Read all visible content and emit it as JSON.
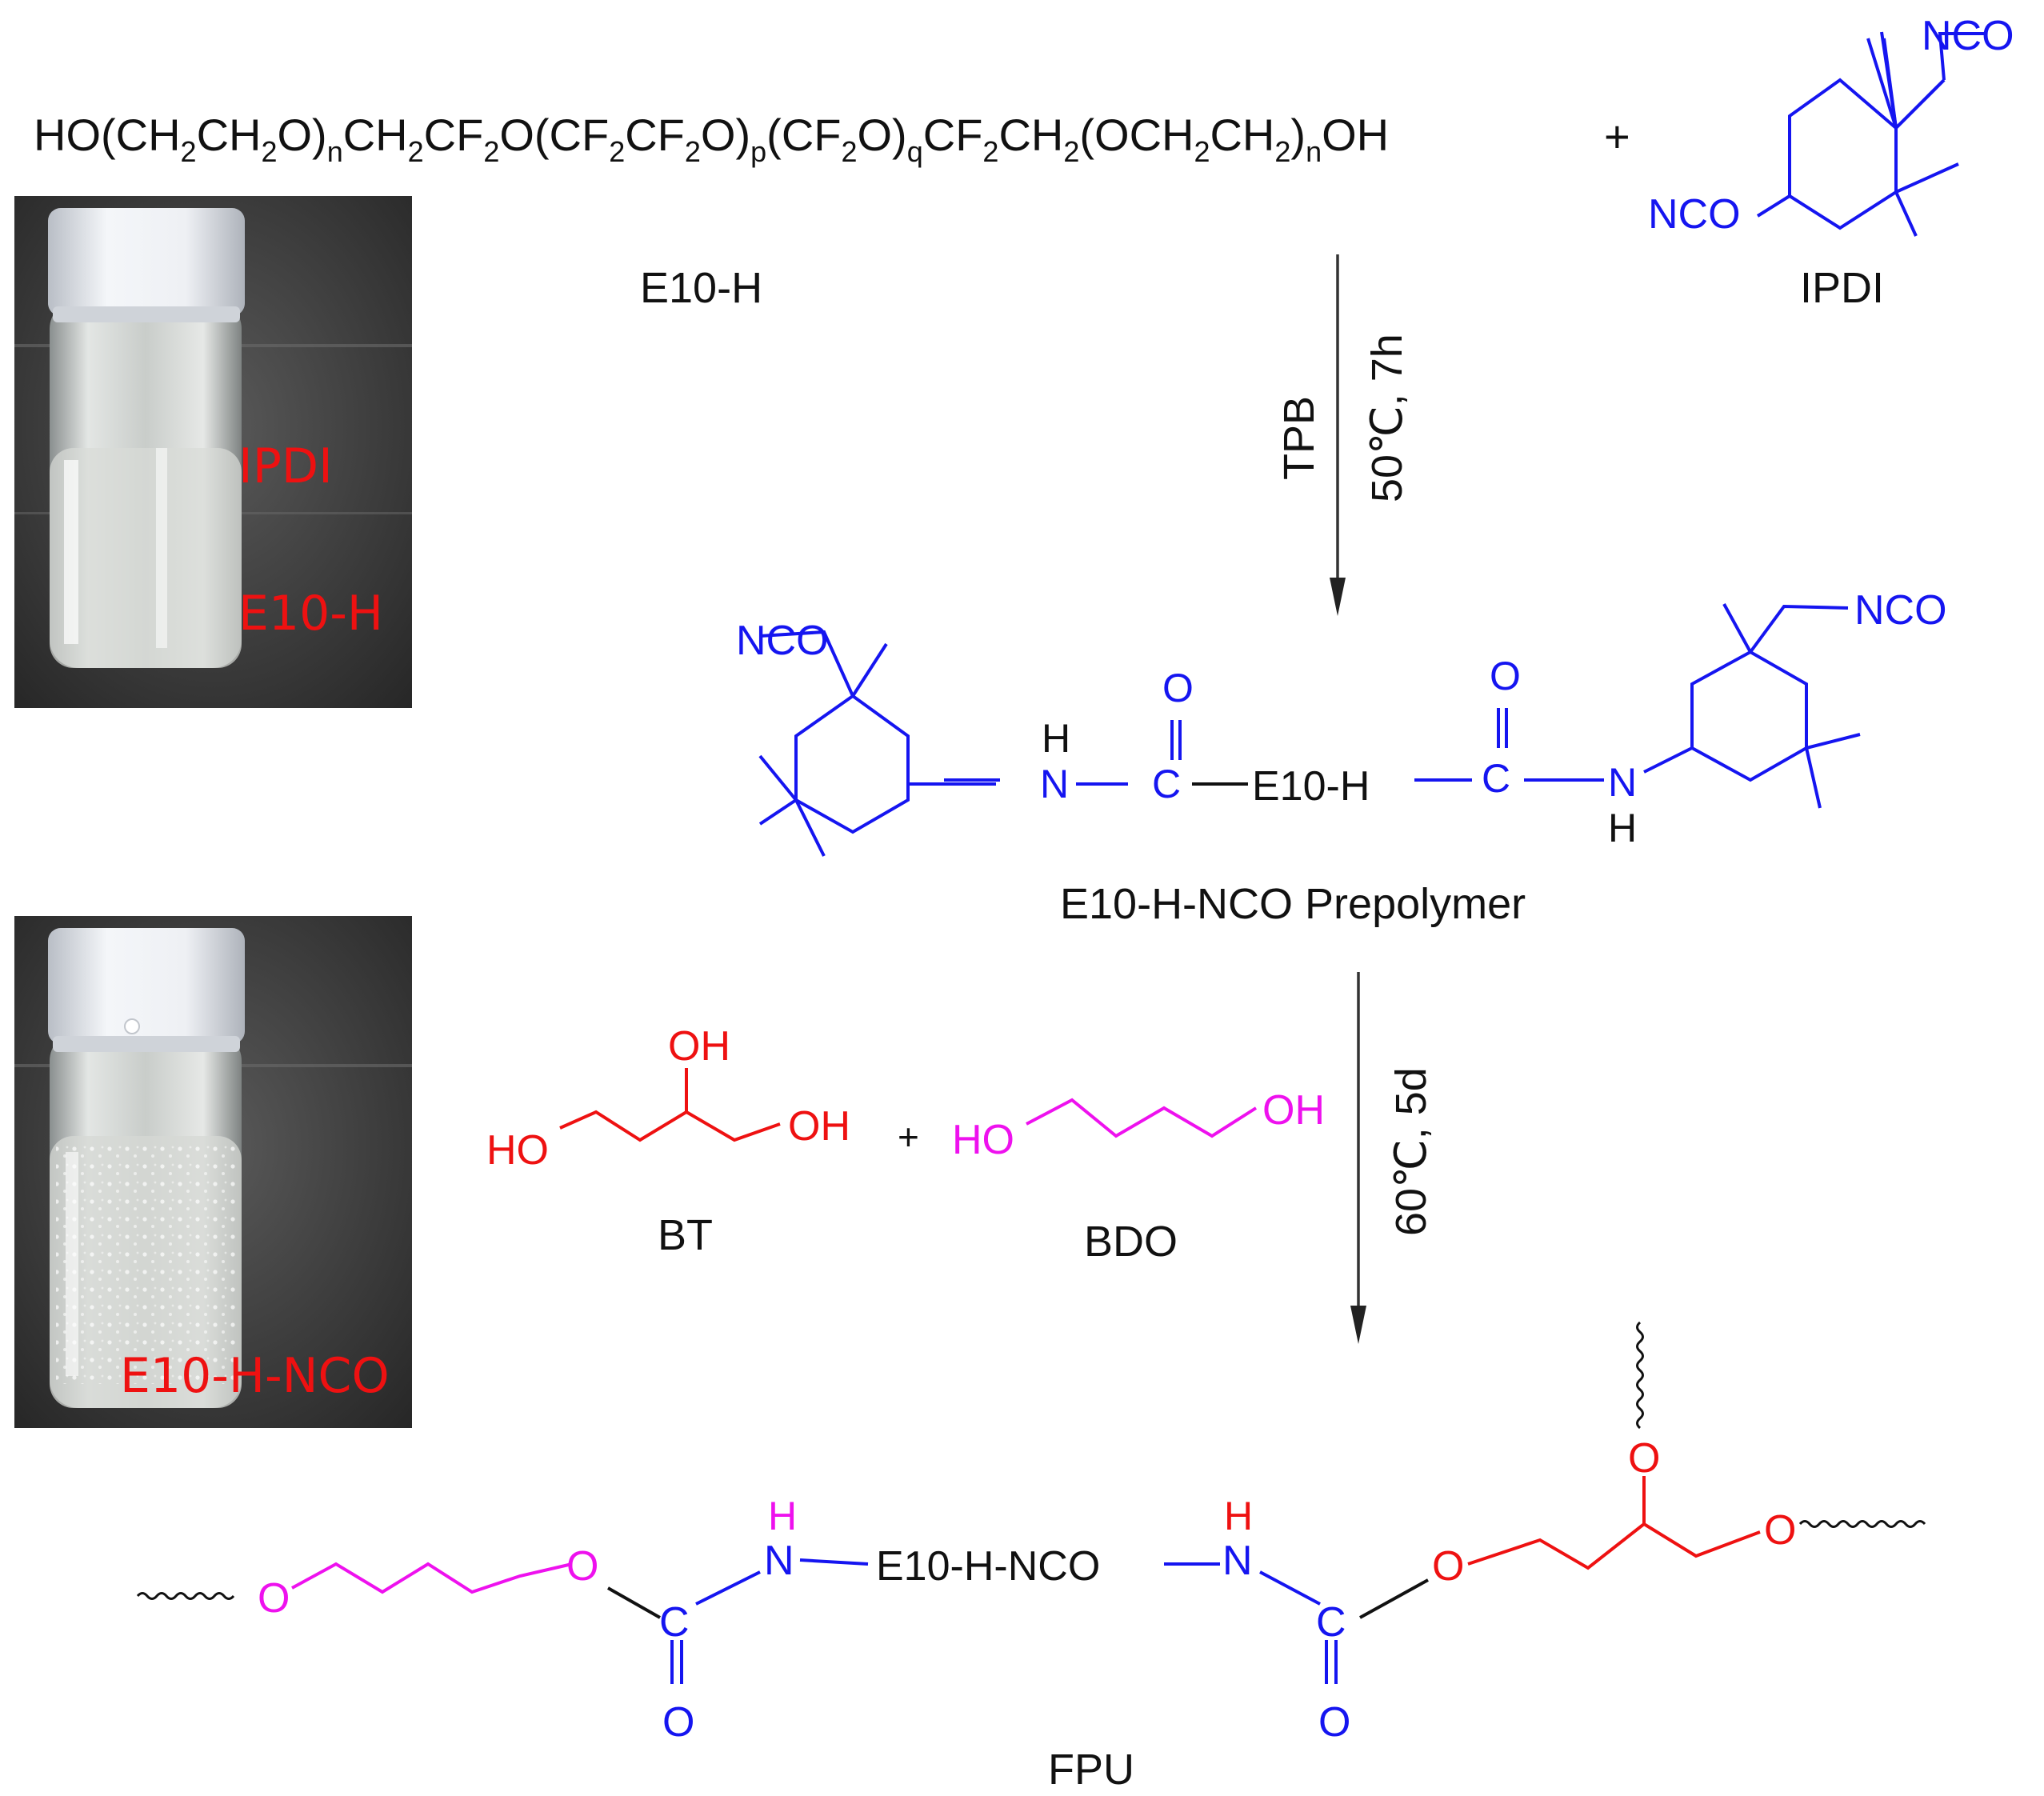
{
  "formula": {
    "p1": "HO(CH",
    "s1": "2",
    "p2": "CH",
    "s2": "2",
    "p3": "O)",
    "s3": "n",
    "p4": "CH",
    "s4": "2",
    "p5": "CF",
    "s5": "2",
    "p6": "O(CF",
    "s6": "2",
    "p7": "CF",
    "s7": "2",
    "p8": "O)",
    "s8": "p",
    "p9": "(CF",
    "s9": "2",
    "p10": "O)",
    "s10": "q",
    "p11": "CF",
    "s11": "2",
    "p12": "CH",
    "s12": "2",
    "p13": "(OCH",
    "s13": "2",
    "p14": "CH",
    "s14": "2",
    "p15": ")",
    "s15": "n",
    "p16": "OH"
  },
  "plus": "+",
  "labels": {
    "e10h": "E10-H",
    "ipdi": "IPDI",
    "prepolymer": "E10-H-NCO Prepolymer",
    "bt": "BT",
    "bdo": "BDO",
    "fpu": "FPU"
  },
  "conditions": {
    "step1_catalyst": "TPB",
    "step1_temp": "50℃, 7h",
    "step2_temp": "60℃, 5d"
  },
  "photos": {
    "vial1_top": "IPDI",
    "vial1_bottom": "E10-H",
    "vial2": "E10-H-NCO"
  },
  "atoms": {
    "nco": "NCO",
    "o": "O",
    "c": "C",
    "n": "N",
    "h": "H",
    "oh": "OH",
    "ho": "HO",
    "core": "E10-H",
    "core2": "E10-H-NCO"
  },
  "colors": {
    "blue": "#1515f0",
    "red": "#ee1111",
    "magenta": "#ee11ee",
    "black": "#111111",
    "photo_bg": "#3a3a3a"
  }
}
